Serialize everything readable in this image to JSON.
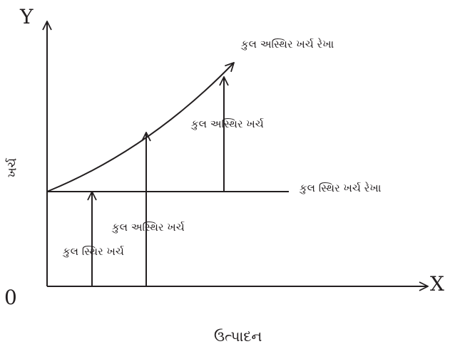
{
  "axes": {
    "y_letter": "Y",
    "x_letter": "X",
    "origin": "0",
    "y_label": "ખર્ચ",
    "x_label": "ઉત્પાદન"
  },
  "labels": {
    "total_variable_cost_line": "કુલ અસ્થિર ખર્ચ રેખા",
    "total_variable_cost_right": "કુલ અસ્થિર ખર્ચ",
    "total_fixed_cost_line": "કુલ સ્થિર ખર્ચ રેખા",
    "total_variable_cost_middle": "કુલ અસ્થિર ખર્ચ",
    "total_fixed_cost": "કુલ સ્થિર ખર્ચ"
  },
  "colors": {
    "ink": "#231f20",
    "background": "#ffffff"
  }
}
